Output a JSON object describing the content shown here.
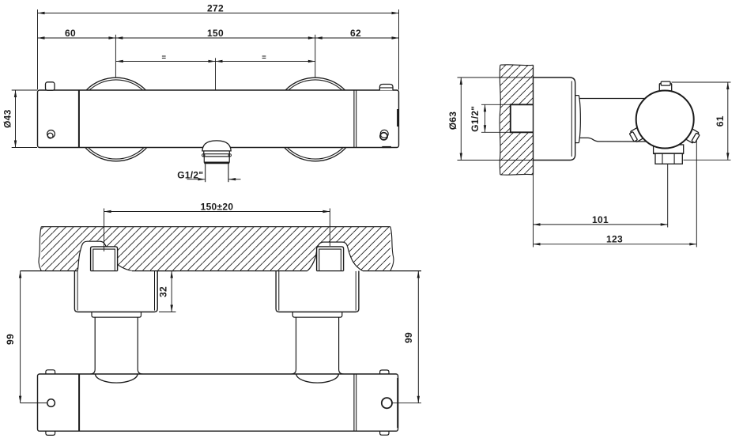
{
  "drawing": {
    "title": "thermostatic-shower-mixer-technical-drawing",
    "background": "#ffffff",
    "line_color": "#1b1b1b",
    "views": {
      "front": {
        "dim_overall_width": "272",
        "dim_left_offset": "60",
        "dim_handle_spacing": "150",
        "dim_right_offset": "62",
        "dim_body_diameter": "Ø43",
        "dim_outlet_thread": "G1/2\"",
        "equal_mark_left": "=",
        "equal_mark_right": "="
      },
      "side": {
        "dim_flange_diameter": "Ø63",
        "dim_wall_thread": "G1/2\"",
        "dim_height": "61",
        "dim_outlet_depth": "101",
        "dim_overall_depth": "123"
      },
      "plan": {
        "dim_inlet_spacing": "150±20",
        "dim_flange_depth": "32",
        "dim_axis_left": "99",
        "dim_axis_right": "99"
      }
    }
  }
}
